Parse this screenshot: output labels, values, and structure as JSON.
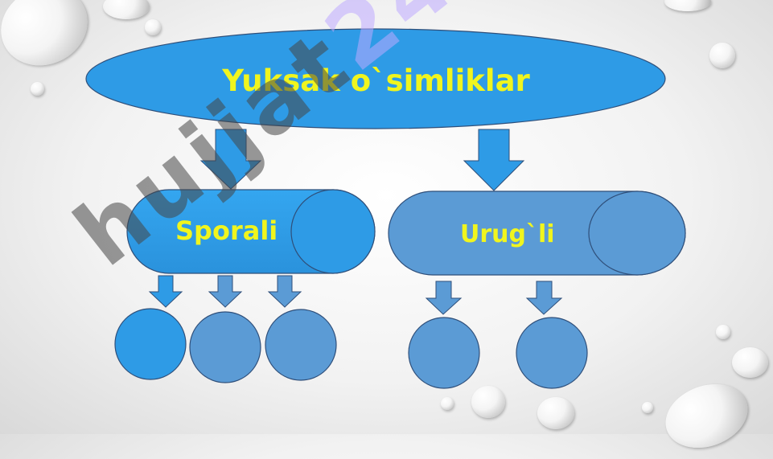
{
  "diagram": {
    "title": "Yuksak o`simliklar",
    "branches": [
      {
        "label": "Sporali",
        "children": [
          "",
          "",
          ""
        ]
      },
      {
        "label": "Urug`li",
        "children": [
          "",
          ""
        ]
      }
    ]
  },
  "watermark": {
    "text": "hujjat",
    "tail": "24"
  },
  "colors": {
    "node_fill": "#2e9be6",
    "node_fill_alt": "#5b9bd5",
    "node_stroke": "#2f4f7a",
    "label_text": "#f0f51e",
    "background": "#f2f2f2"
  }
}
